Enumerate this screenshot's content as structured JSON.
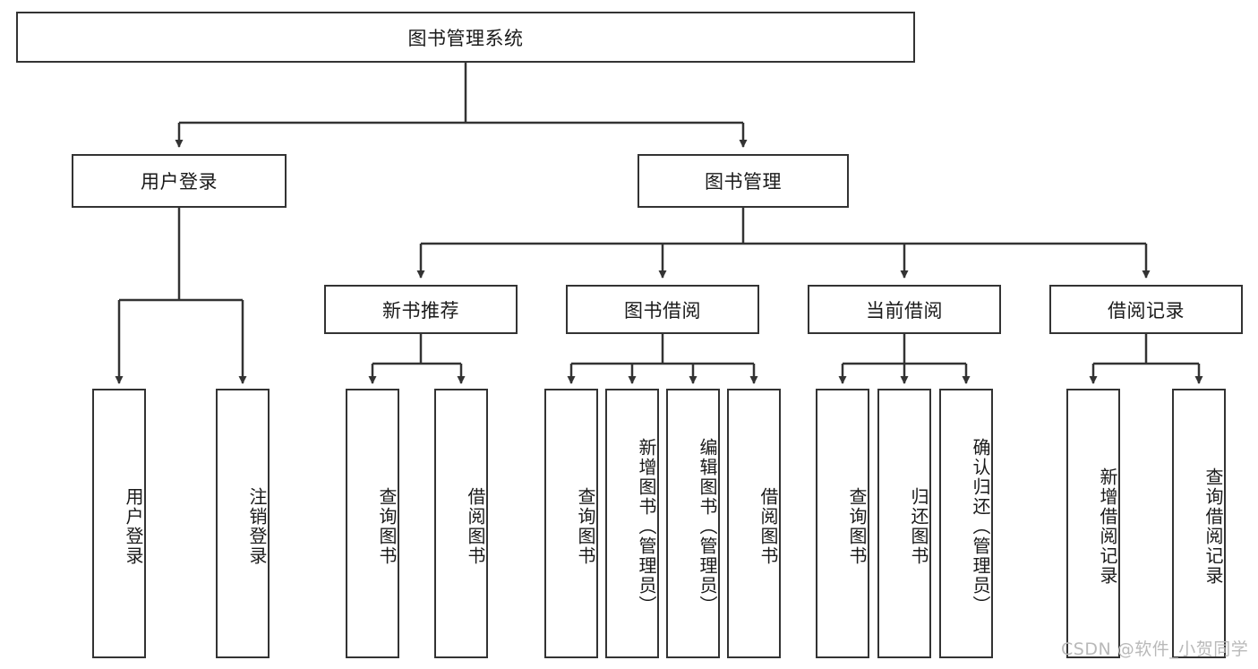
{
  "diagram": {
    "type": "tree-hierarchy-diagram",
    "title": "图书管理系统",
    "colors": {
      "stroke": "#333333",
      "fill": "#ffffff",
      "text": "#1a1a1a",
      "watermark": "#b9b9b9"
    },
    "root": {
      "label": "图书管理系统"
    },
    "level2": [
      {
        "label": "用户登录"
      },
      {
        "label": "图书管理"
      }
    ],
    "level3": [
      {
        "label": "新书推荐"
      },
      {
        "label": "图书借阅"
      },
      {
        "label": "当前借阅"
      },
      {
        "label": "借阅记录"
      }
    ],
    "leaves": {
      "user_login": [
        {
          "label": "用户登录"
        },
        {
          "label": "注销登录"
        }
      ],
      "new_book_recommend": [
        {
          "label": "查询图书"
        },
        {
          "label": "借阅图书"
        }
      ],
      "book_borrow": [
        {
          "label": "查询图书"
        },
        {
          "label": "新增图书（管理员）"
        },
        {
          "label": "编辑图书（管理员）"
        },
        {
          "label": "借阅图书"
        }
      ],
      "current_borrow": [
        {
          "label": "查询图书"
        },
        {
          "label": "归还图书"
        },
        {
          "label": "确认归还（管理员）"
        }
      ],
      "borrow_record": [
        {
          "label": "新增借阅记录"
        },
        {
          "label": "查询借阅记录"
        }
      ]
    }
  },
  "watermark": {
    "text": "CSDN @软件_小贺同学"
  }
}
